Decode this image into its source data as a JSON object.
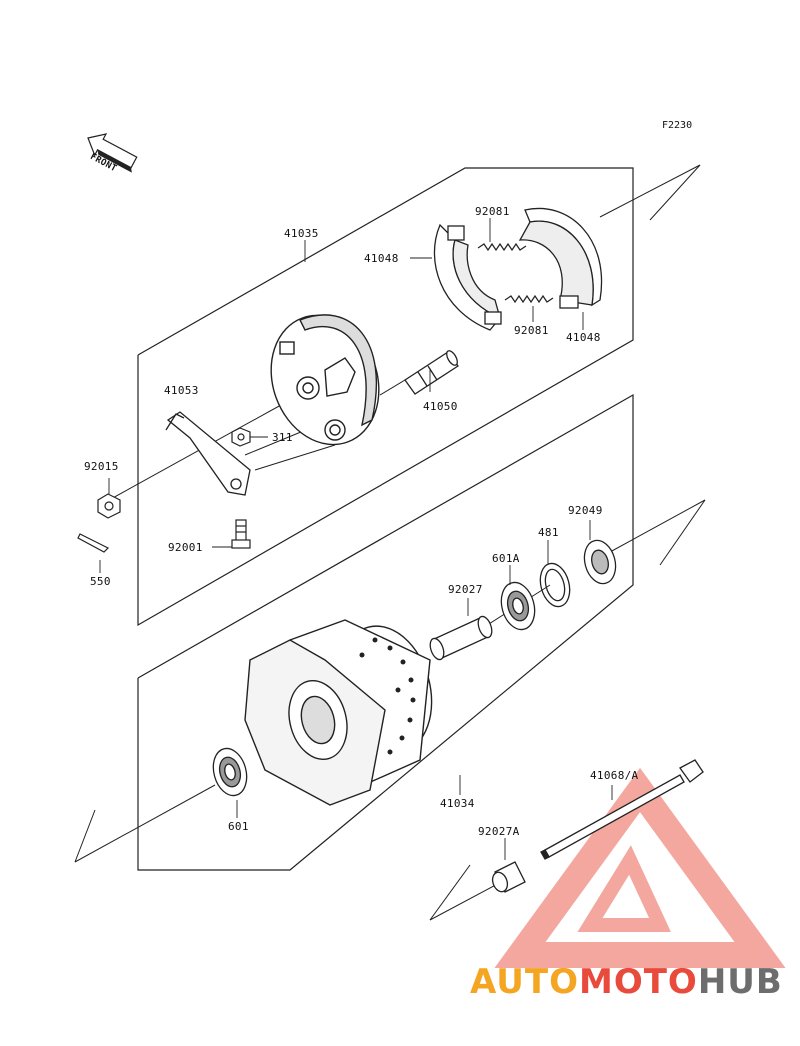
{
  "diagram": {
    "ref_code": "F2230",
    "front_label": "FRONT",
    "parts": [
      {
        "id": "41035",
        "label": "41035"
      },
      {
        "id": "92081a",
        "label": "92081"
      },
      {
        "id": "41048a",
        "label": "41048"
      },
      {
        "id": "92081b",
        "label": "92081"
      },
      {
        "id": "41048b",
        "label": "41048"
      },
      {
        "id": "41053",
        "label": "41053"
      },
      {
        "id": "41050",
        "label": "41050"
      },
      {
        "id": "311",
        "label": "311"
      },
      {
        "id": "92015",
        "label": "92015"
      },
      {
        "id": "92001",
        "label": "92001"
      },
      {
        "id": "550",
        "label": "550"
      },
      {
        "id": "92049",
        "label": "92049"
      },
      {
        "id": "481",
        "label": "481"
      },
      {
        "id": "601A",
        "label": "601A"
      },
      {
        "id": "92027",
        "label": "92027"
      },
      {
        "id": "601",
        "label": "601"
      },
      {
        "id": "41034",
        "label": "41034"
      },
      {
        "id": "41068A",
        "label": "41068/A"
      },
      {
        "id": "92027A",
        "label": "92027A"
      }
    ]
  },
  "watermark": {
    "brand_part1": "AUTO",
    "brand_part2": "MOTO",
    "brand_part3": "HUB",
    "colors": {
      "part1": "#f4a623",
      "part2": "#e84a3c",
      "part3": "#6d6d6d",
      "triangle": "#f08a80"
    }
  }
}
